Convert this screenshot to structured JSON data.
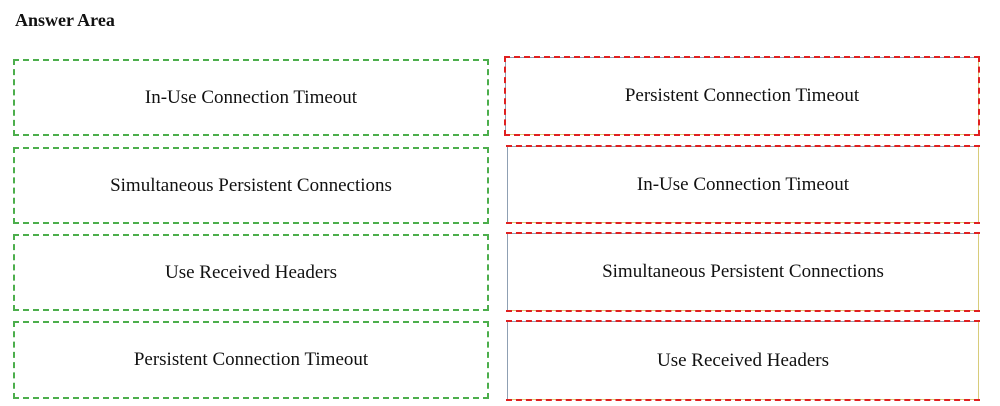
{
  "heading": "Answer Area",
  "colors": {
    "left_border": "#4cae4c",
    "right_dash": "#e02020",
    "right_border": "#8fa0b3"
  },
  "left_column": [
    "In-Use Connection Timeout",
    "Simultaneous Persistent Connections",
    "Use Received Headers",
    "Persistent Connection Timeout"
  ],
  "right_column": [
    "Persistent Connection Timeout",
    "In-Use Connection Timeout",
    "Simultaneous Persistent Connections",
    "Use Received Headers"
  ]
}
